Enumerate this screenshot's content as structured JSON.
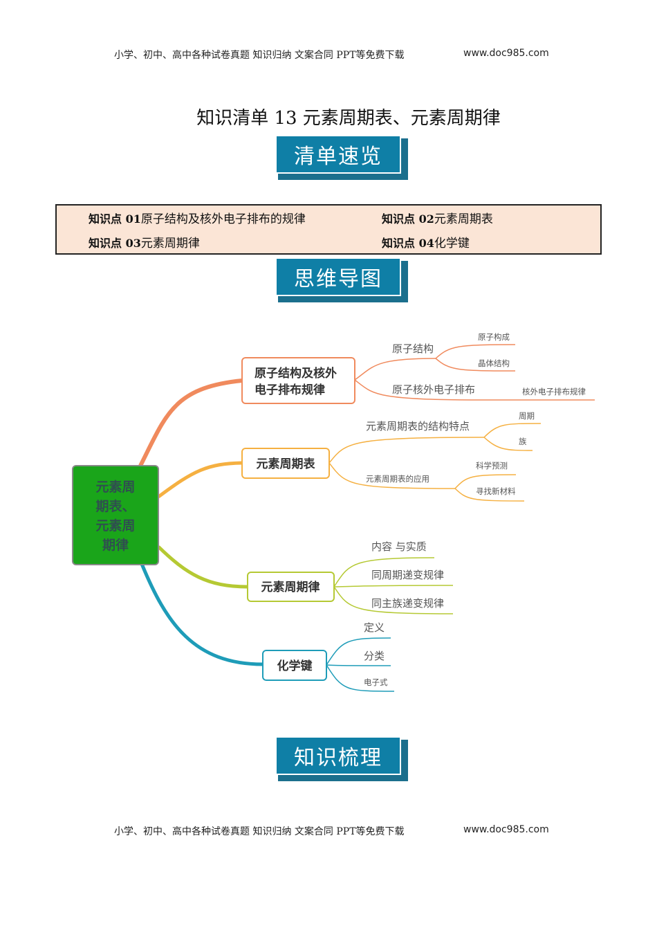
{
  "header": {
    "text": "小学、初中、高中各种试卷真题  知识归纳  文案合同  PPT等免费下载",
    "url": "www.doc985.com"
  },
  "footer": {
    "text": "小学、初中、高中各种试卷真题  知识归纳  文案合同  PPT等免费下载",
    "url": "www.doc985.com"
  },
  "title": "知识清单 13  元素周期表、元素周期律",
  "banners": {
    "overview": "清单速览",
    "mindmap": "思维导图",
    "knowledge": "知识梳理"
  },
  "toc": [
    {
      "key": "知识点 01",
      "label": "原子结构及核外电子排布的规律"
    },
    {
      "key": "知识点 02",
      "label": "元素周期表"
    },
    {
      "key": "知识点 03",
      "label": "元素周期律"
    },
    {
      "key": "知识点 04",
      "label": "化学键"
    }
  ],
  "mindmap": {
    "root": [
      "元素周",
      "期表、",
      "元素周",
      "期律"
    ],
    "colors": {
      "root_fill": "#1aa51a",
      "branch1": "#f08a5d",
      "branch2": "#f5b041",
      "branch3": "#b5c933",
      "branch4": "#1e9cb8"
    },
    "branches": [
      {
        "label": [
          "原子结构及核外",
          "电子排布规律"
        ],
        "children": [
          {
            "label": "原子结构",
            "leaves": [
              "原子构成",
              "晶体结构"
            ]
          },
          {
            "label": "原子核外电子排布",
            "leaves": [
              "核外电子排布规律"
            ]
          }
        ]
      },
      {
        "label": [
          "元素周期表"
        ],
        "children": [
          {
            "label": "元素周期表的结构特点",
            "leaves": [
              "周期",
              "族"
            ]
          },
          {
            "label": "元素周期表的应用",
            "leaves": [
              "科学预测",
              "寻找新材料"
            ]
          }
        ]
      },
      {
        "label": [
          "元素周期律"
        ],
        "children": [
          {
            "label": "内容 与实质",
            "leaves": []
          },
          {
            "label": "同周期递变规律",
            "leaves": []
          },
          {
            "label": "同主族递变规律",
            "leaves": []
          }
        ]
      },
      {
        "label": [
          "化学键"
        ],
        "children": [
          {
            "label": "定义",
            "leaves": []
          },
          {
            "label": "分类",
            "leaves": []
          },
          {
            "label": "电子式",
            "leaves": []
          }
        ]
      }
    ]
  }
}
